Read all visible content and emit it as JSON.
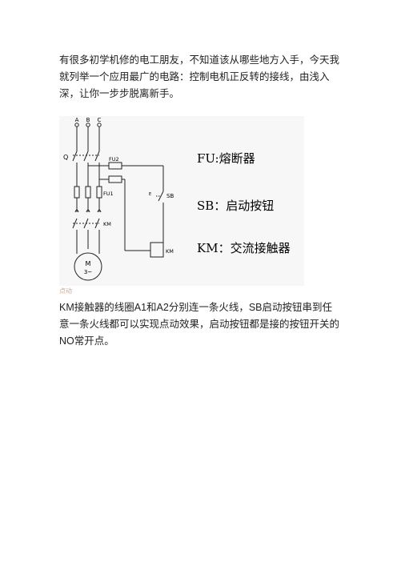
{
  "paragraphs": {
    "intro": "有很多初学机修的电工朋友，不知道该从哪些地方入手，今天我就列举一个应用最广的电路：控制电机正反转的接线，由浅入深，让你一步步脱离新手。",
    "explanation": "KM接触器的线圈A1和A2分别连一条火线，SB启动按钮串到任意一条火线都可以实现点动效果，启动按钮都是接的按钮开关的NO常开点。"
  },
  "diagram": {
    "phases": [
      "A",
      "B",
      "C"
    ],
    "switch_label": "Q",
    "fuse2_label": "FU2",
    "fuse1_label": "FU1",
    "button_label": "SB",
    "button_mark": "E",
    "contactor_label": "KM",
    "coil_label": "KM",
    "motor_label": "M",
    "motor_sub": "3~",
    "legend": [
      "FU:熔断器",
      "SB：启动按钮",
      "KM：交流接触器"
    ]
  },
  "caption": "点动"
}
